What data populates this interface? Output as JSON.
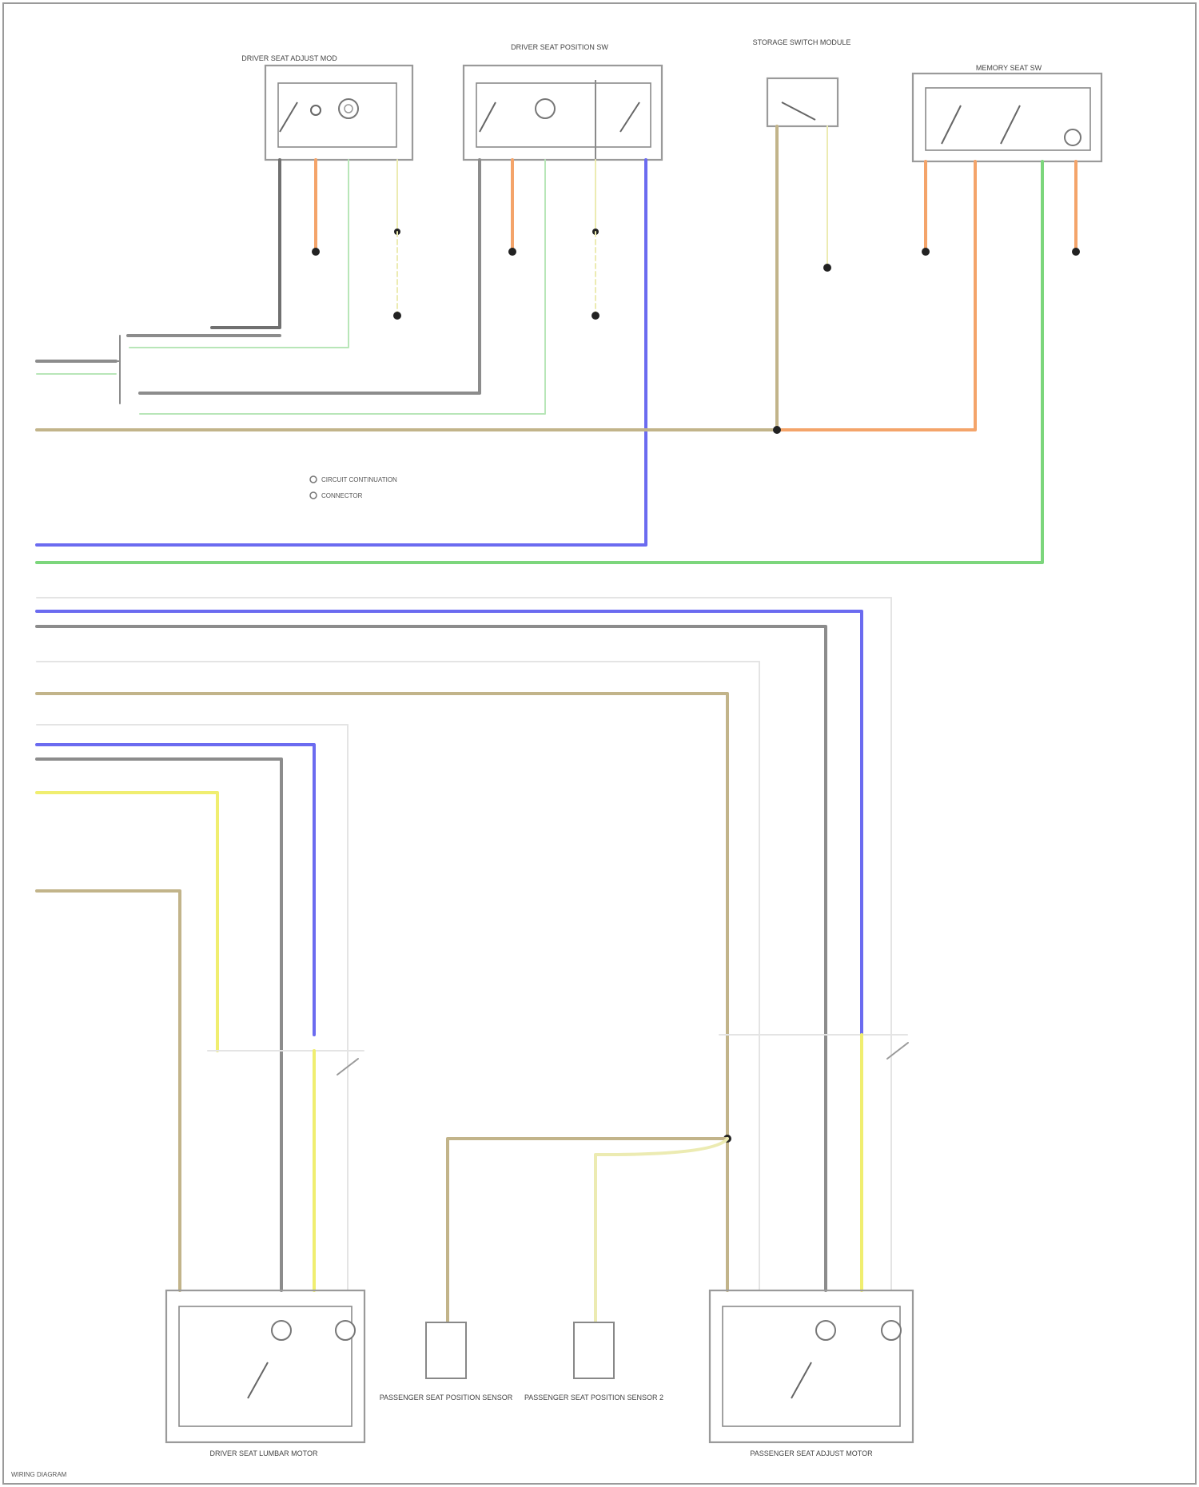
{
  "colors": {
    "gray": "#8c8c8c",
    "dark_gray": "#707070",
    "blue": "#6b6bf0",
    "green": "#7cd67c",
    "light_green": "#b8e6b8",
    "orange": "#f4a46a",
    "tan": "#c2b48a",
    "yellow": "#f0ee70",
    "light_yellow": "#ecebb2",
    "pale": "#e4e4e4"
  },
  "components": {
    "top1_title": "DRIVER SEAT ADJUST MOD",
    "top2_title": "DRIVER SEAT POSITION SW",
    "top3_title": "STORAGE SWITCH MODULE",
    "top4_title": "MEMORY SEAT SW",
    "bottom1_title": "DRIVER SEAT LUMBAR MOTOR",
    "bottom2_title": "PASSENGER SEAT POSITION SENSOR",
    "bottom3_title": "PASSENGER SEAT POSITION SENSOR 2",
    "bottom4_title": "PASSENGER SEAT ADJUST MOTOR"
  },
  "legend": {
    "line1": "CIRCUIT CONTINUATION",
    "line2": "CONNECTOR"
  },
  "footer": "WIRING DIAGRAM"
}
